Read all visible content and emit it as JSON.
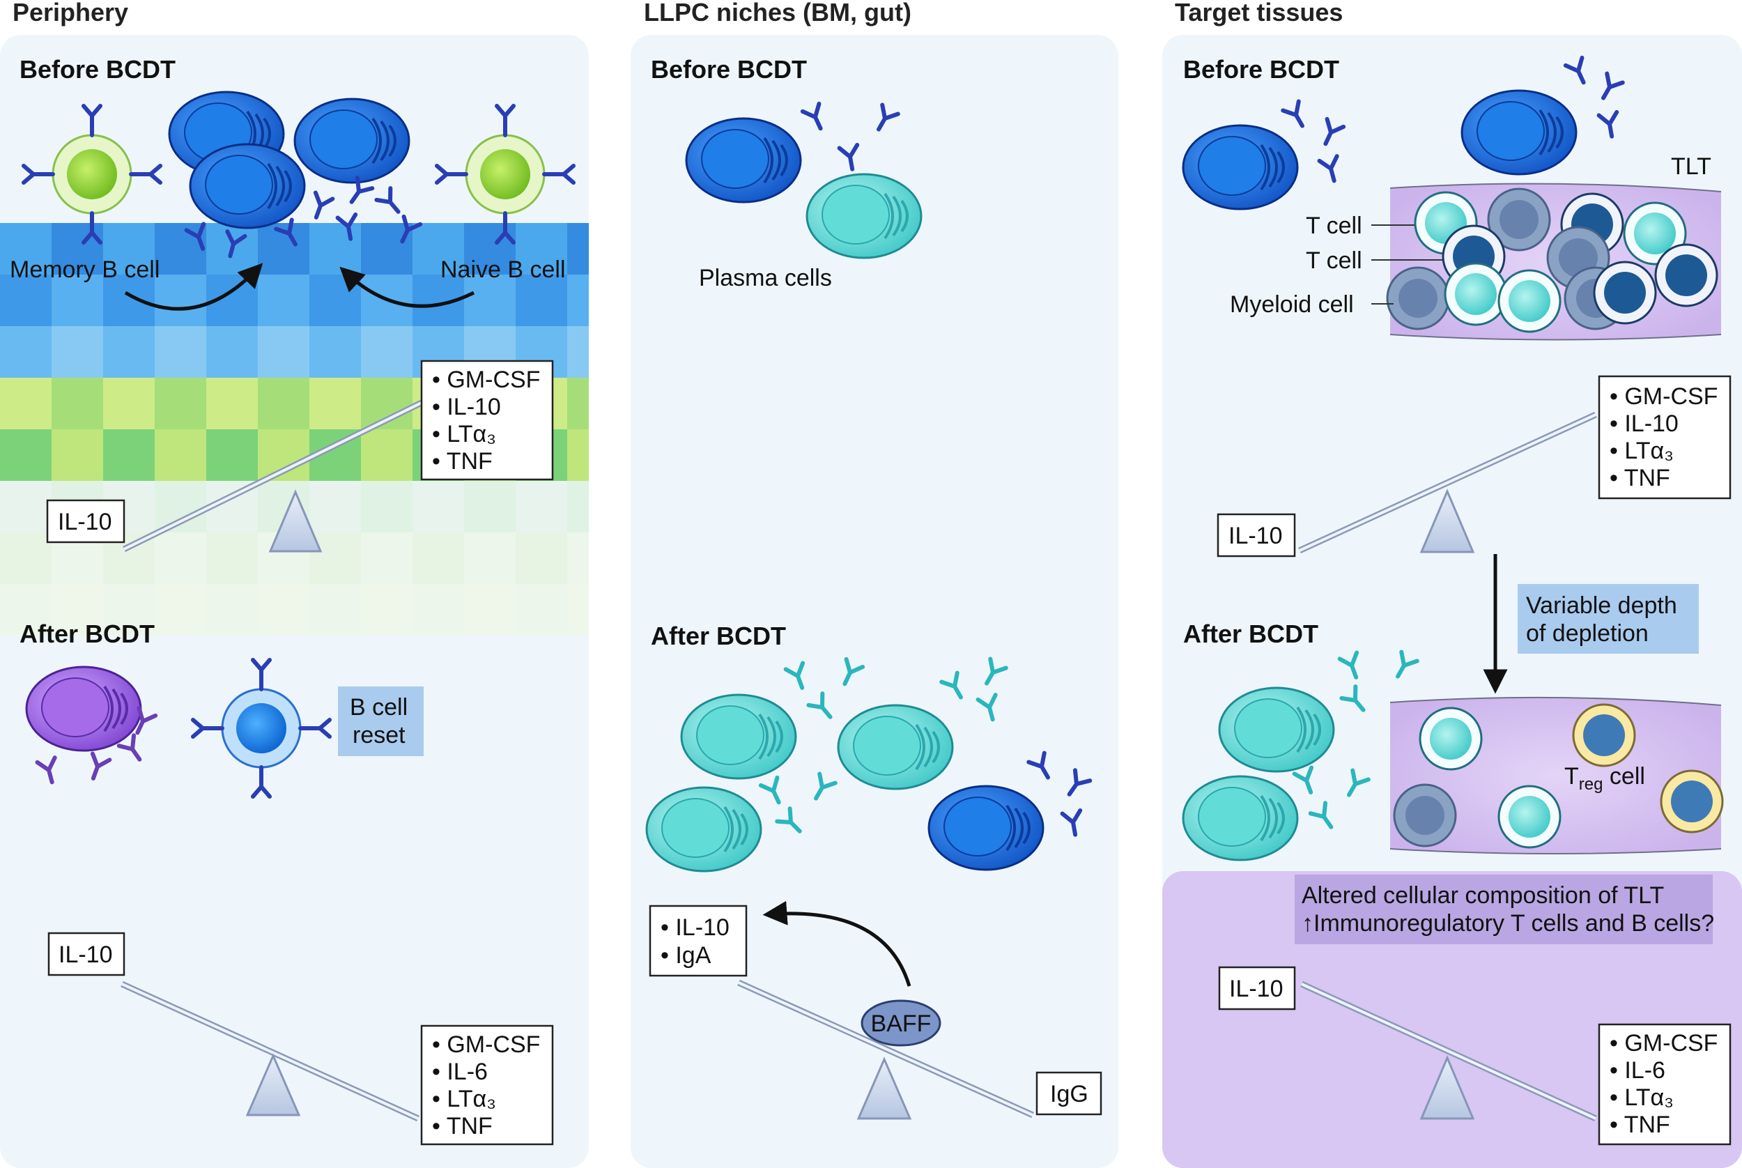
{
  "columns": {
    "periphery": "Periphery",
    "llpc": "LLPC niches (BM, gut)",
    "target": "Target tissues"
  },
  "periphery": {
    "before": "Before BCDT",
    "after": "After BCDT",
    "memory_b_cell": "Memory B cell",
    "naive_b_cell": "Naive B cell",
    "b_cell_reset": [
      "B cell",
      "reset"
    ],
    "il10_before": "IL-10",
    "cytokines_before": [
      "• GM-CSF",
      "• IL-10",
      "• LTα₃",
      "• TNF"
    ],
    "il10_after": "IL-10",
    "cytokines_after": [
      "• GM-CSF",
      "• IL-6",
      "• LTα₃",
      "• TNF"
    ]
  },
  "llpc": {
    "before": "Before BCDT",
    "after": "After BCDT",
    "plasma_cells": "Plasma cells",
    "il10_iga": [
      "• IL-10",
      "• IgA"
    ],
    "baff": "BAFF",
    "igg": "IgG"
  },
  "target": {
    "before": "Before BCDT",
    "after": "After BCDT",
    "tlt": "TLT",
    "t_cell_1": "T cell",
    "t_cell_2": "T cell",
    "myeloid_cell": "Myeloid cell",
    "il10_before": "IL-10",
    "cytokines_before": [
      "• GM-CSF",
      "• IL-10",
      "• LTα₃",
      "• TNF"
    ],
    "variable_depth": [
      "Variable depth",
      "of depletion"
    ],
    "treg_cell": "Treg cell",
    "altered": [
      "Altered cellular composition of TLT",
      "↑Immunoregulatory T cells and B cells?"
    ],
    "il10_after": "IL-10",
    "cytokines_after": [
      "• GM-CSF",
      "• IL-6",
      "• LTα₃",
      "• TNF"
    ]
  },
  "colors": {
    "panel_bg": "#eef6fb",
    "plasma_blue": "#1e6fe0",
    "plasma_teal": "#55d8d6",
    "antibody_blue": "#2a3eb4",
    "antibody_teal": "#2bb6bd",
    "antibody_purple": "#6a3fb5",
    "b_cell_green": "#8fd43a",
    "tlt_purple": "#d6c3f0"
  }
}
